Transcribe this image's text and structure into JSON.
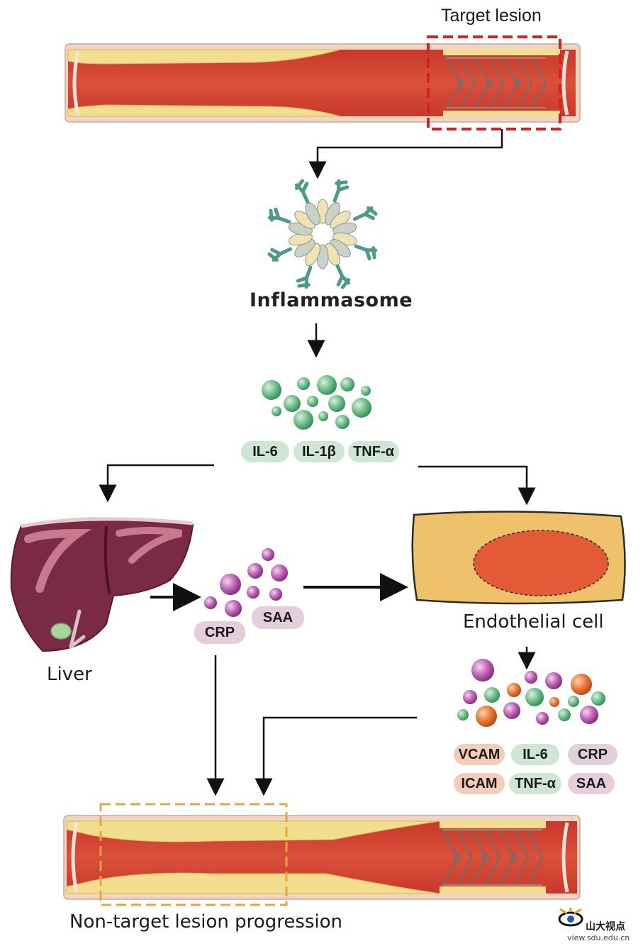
{
  "labels": {
    "target_lesion": "Target lesion",
    "inflammasome": "Inflammasome",
    "endothelial_cell": "Endothelial cell",
    "liver": "Liver",
    "non_target": "Non-target lesion progression"
  },
  "cytokines_top": [
    "IL-6",
    "IL-1β",
    "TNF-α"
  ],
  "liver_products": [
    "CRP",
    "SAA"
  ],
  "endothelial_products": {
    "row1": [
      "VCAM",
      "IL-6",
      "CRP"
    ],
    "row2": [
      "ICAM",
      "TNF-α",
      "SAA"
    ]
  },
  "logo": {
    "name": "山大视点",
    "url": "view.sdu.edu.cn"
  },
  "colors": {
    "blood": "#d44a35",
    "plaque": "#f3de8e",
    "vessel_wall": "#f3d8c8",
    "target_box": "#d42020",
    "nontarget_box": "#e2a93a",
    "cytokine_green": "#5fb57c",
    "acute_phase_purple": "#b95bb0",
    "adhesion_orange": "#e86e2b",
    "cell_body": "#efc16a",
    "nucleus": "#e55a36",
    "liver": "#7a2a44"
  }
}
